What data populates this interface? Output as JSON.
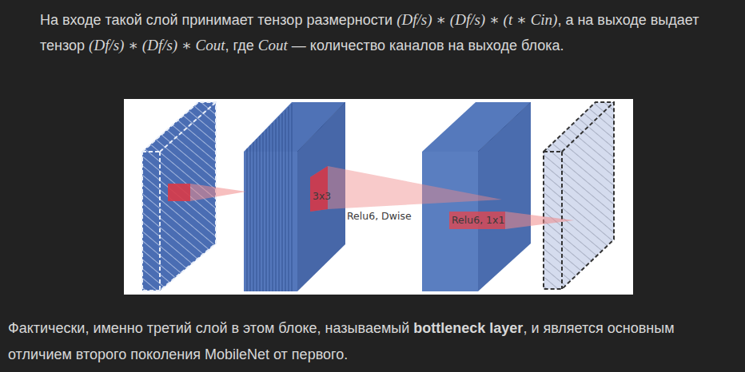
{
  "diagram": {
    "labels": [
      "На входе такой слой принимает тензор размерности",
      "(Df/s) ∗ (Df/s) ∗ (t ∗ Cin)",
      ", а на выходе выдает тензор",
      "(Df/s) ∗ (Df/s) ∗ Cout",
      ", где",
      "Cout",
      "— количество каналов на выходе блока.",
      "3x3",
      "Relu6, Dwise",
      "Relu6, 1x1",
      "Фактически, именно третий слой в этом блоке, называемый",
      "bottleneck layer",
      ", и является основным отличием второго поколения MobileNet от первого."
    ]
  }
}
